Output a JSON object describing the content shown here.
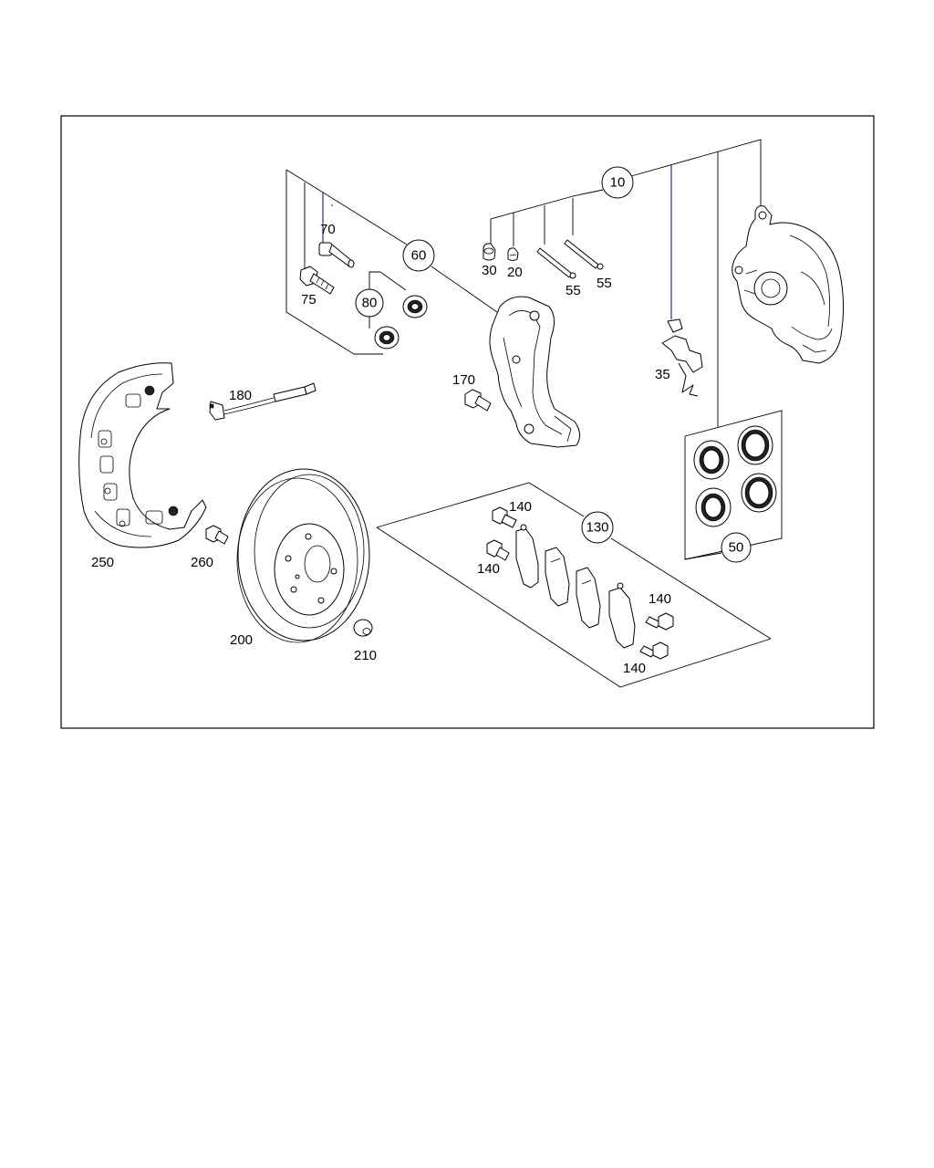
{
  "labels": {
    "c10": "10",
    "c60": "60",
    "c80": "80",
    "c130": "130",
    "c50": "50",
    "l70": "70",
    "l75": "75",
    "l30": "30",
    "l20": "20",
    "l55a": "55",
    "l55b": "55",
    "l35": "35",
    "l170": "170",
    "l180": "180",
    "l250": "250",
    "l260": "260",
    "l200": "200",
    "l210": "210",
    "l140a": "140",
    "l140b": "140",
    "l140c": "140",
    "l140d": "140"
  }
}
